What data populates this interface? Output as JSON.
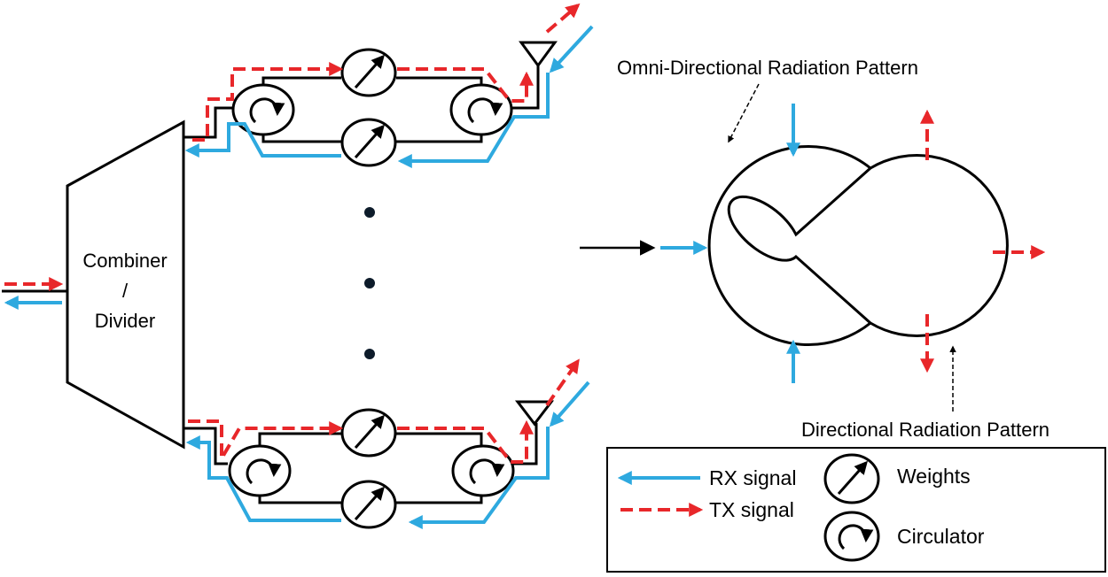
{
  "combiner": {
    "line1": "Combiner",
    "line2": "/",
    "line3": "Divider"
  },
  "annotations": {
    "omni": "Omni-Directional Radiation Pattern",
    "directional": "Directional Radiation Pattern"
  },
  "legend": {
    "rx": "RX signal",
    "tx": "TX signal",
    "weights": "Weights",
    "circulator": "Circulator"
  },
  "colors": {
    "rx": "#2ea9df",
    "tx": "#e8272a",
    "line": "#000000"
  },
  "icons": [
    "antenna-icon",
    "weight-icon",
    "circulator-icon",
    "rx-arrow-icon",
    "tx-arrow-icon"
  ]
}
